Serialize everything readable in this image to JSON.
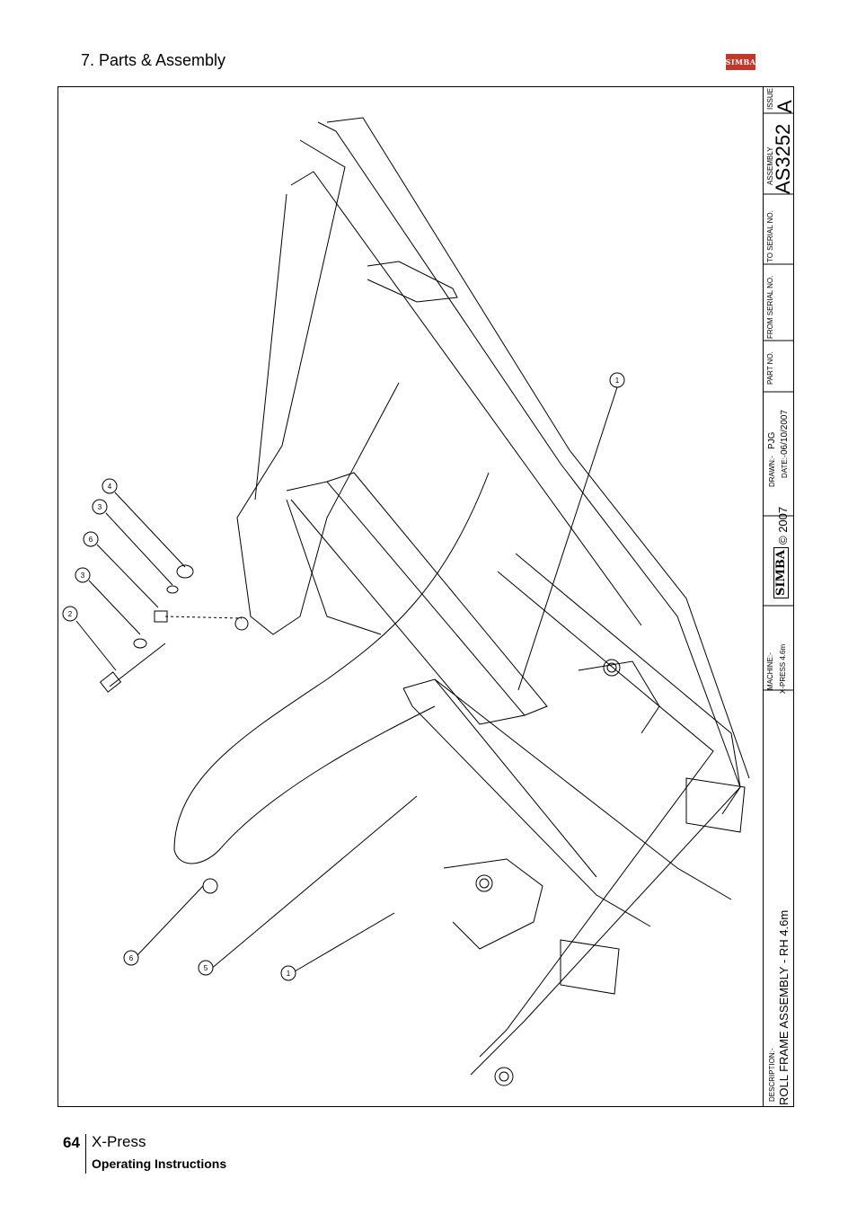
{
  "header": {
    "section": "7. Parts & Assembly",
    "logo_text": "SIMBA"
  },
  "titleblock": {
    "issue_label": "ISSUE",
    "issue": "A",
    "assembly_label": "ASSEMBLY",
    "assembly": "AS3252",
    "to_serial_label": "TO SERIAL NO.",
    "from_serial_label": "FROM SERIAL NO.",
    "part_no_label": "PART NO.",
    "drawn_label": "DRAWN:-",
    "drawn": "PJG",
    "date_label": "DATE:-",
    "date": "06/10/2007",
    "copyright": "© 2007",
    "brand": "SIMBA",
    "machine_label": "MACHINE:-",
    "machine": "X-PRESS 4.6m",
    "description_label": "DESCRIPTION:-",
    "description": "ROLL FRAME ASSEMBLY - RH 4.6m"
  },
  "callouts": [
    "1",
    "2",
    "3",
    "6",
    "3",
    "4",
    "6",
    "5",
    "1"
  ],
  "footer": {
    "page": "64",
    "title": "X-Press",
    "subtitle": "Operating Instructions"
  }
}
